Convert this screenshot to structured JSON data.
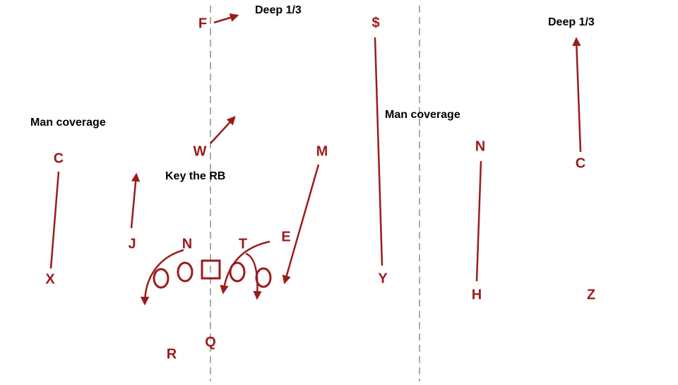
{
  "colors": {
    "player": "#9b1b1b",
    "line": "#9b1b1b",
    "hash": "#555555",
    "note": "#000000"
  },
  "notes": {
    "deep_left": "Deep 1/3",
    "deep_right": "Deep 1/3",
    "man_left": "Man coverage",
    "man_right": "Man coverage",
    "key": "Key the RB"
  },
  "defense": {
    "free_safety": "F",
    "strong_safety": "$",
    "will": "W",
    "mike": "M",
    "corner_left": "C",
    "corner_right": "C",
    "jack": "J",
    "nose": "N",
    "tackle": "T",
    "end": "E",
    "nickel": "N"
  },
  "offense": {
    "x_receiver": "X",
    "y_receiver": "Y",
    "h_receiver": "H",
    "z_receiver": "Z",
    "quarterback": "Q",
    "running_back": "R"
  }
}
